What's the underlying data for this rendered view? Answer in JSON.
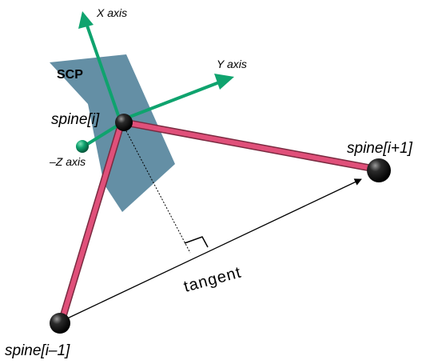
{
  "labels": {
    "x_axis": "X axis",
    "y_axis": "Y axis",
    "z_axis": "–Z axis",
    "scp": "SCP",
    "spine_i": "spine[i]",
    "spine_next": "spine[i+1]",
    "spine_prev": "spine[i–1]",
    "tangent": "tangent"
  },
  "colors": {
    "spine_segment": "#e0507a",
    "axis": "#0fa36e",
    "plane": "#4f7f99",
    "ball": "#111111"
  }
}
